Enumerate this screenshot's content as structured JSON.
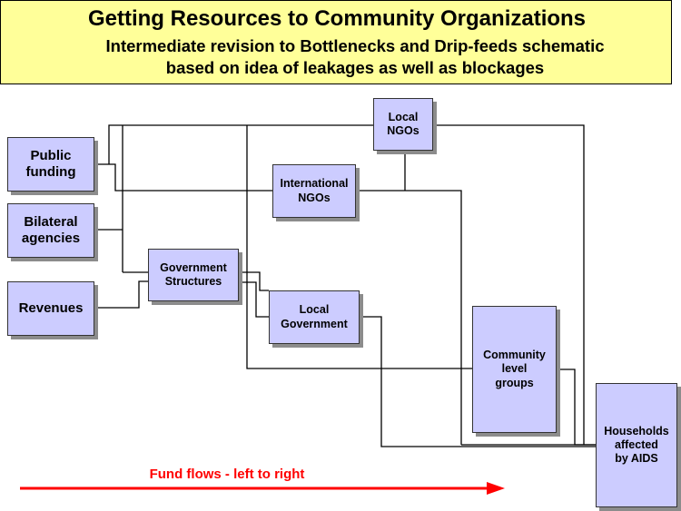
{
  "title": {
    "line1": "Getting Resources to Community Organizations",
    "line2": "Intermediate revision to Bottlenecks and Drip-feeds schematic",
    "line3": "based on idea of leakages as well as blockages"
  },
  "nodes": {
    "public_funding": "Public\nfunding",
    "bilateral_agencies": "Bilateral\nagencies",
    "revenues": "Revenues",
    "government_structures": "Government\nStructures",
    "international_ngos": "International\nNGOs",
    "local_ngos": "Local\nNGOs",
    "local_government": "Local\nGovernment",
    "community_groups": "Community\nlevel\ngroups",
    "households": "Households\naffected\nby AIDS"
  },
  "flow_label": "Fund flows - left to right",
  "colors": {
    "box_fill": "#ccccff",
    "title_fill": "#ffff99",
    "arrow": "#ff0000"
  }
}
